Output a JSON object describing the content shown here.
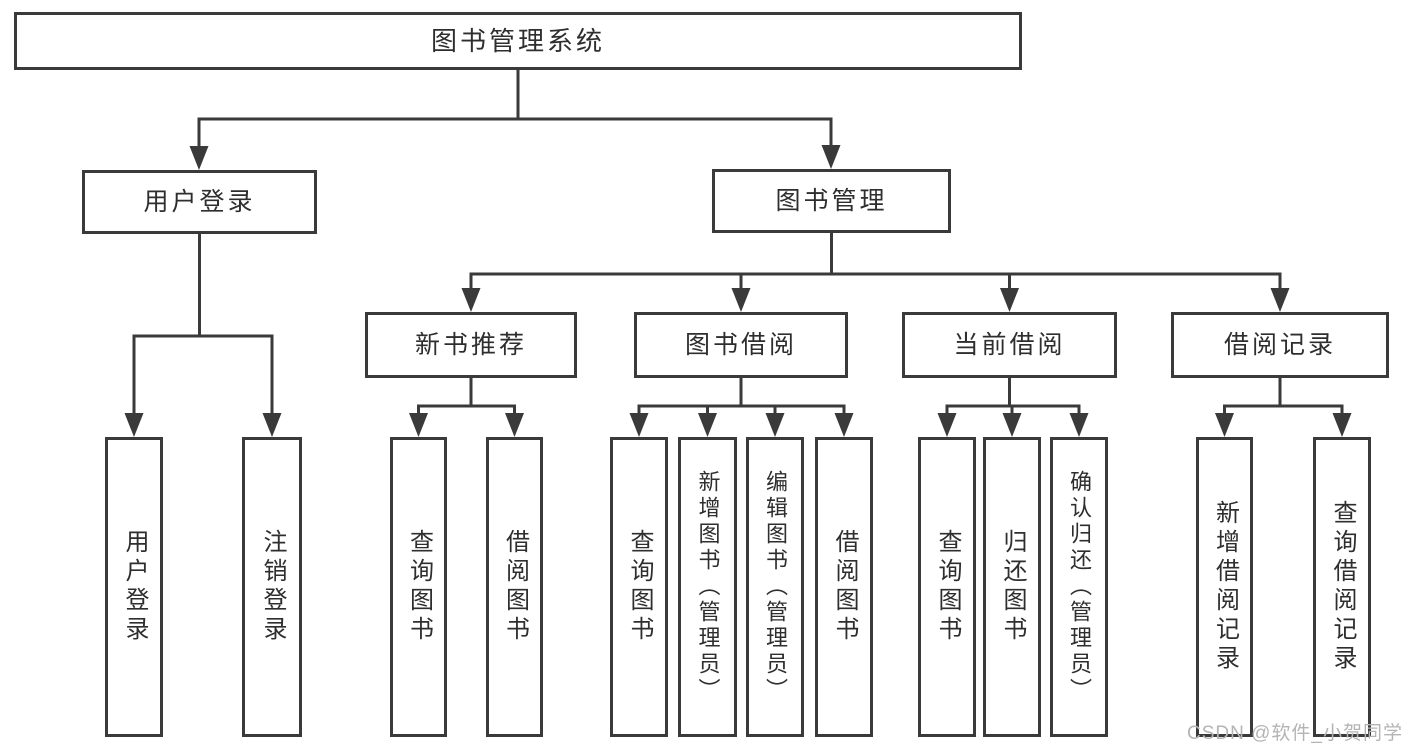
{
  "diagram": {
    "title": "图书管理系统",
    "tree": {
      "label": "图书管理系统",
      "children": [
        {
          "label": "用户登录",
          "children": [
            {
              "label": "用户登录"
            },
            {
              "label": "注销登录"
            }
          ]
        },
        {
          "label": "图书管理",
          "children": [
            {
              "label": "新书推荐",
              "children": [
                {
                  "label": "查询图书"
                },
                {
                  "label": "借阅图书"
                }
              ]
            },
            {
              "label": "图书借阅",
              "children": [
                {
                  "label": "查询图书"
                },
                {
                  "label": "新增图书（管理员）"
                },
                {
                  "label": "编辑图书（管理员）"
                },
                {
                  "label": "借阅图书"
                }
              ]
            },
            {
              "label": "当前借阅",
              "children": [
                {
                  "label": "查询图书"
                },
                {
                  "label": "归还图书"
                },
                {
                  "label": "确认归还（管理员）"
                }
              ]
            },
            {
              "label": "借阅记录",
              "children": [
                {
                  "label": "新增借阅记录"
                },
                {
                  "label": "查询借阅记录"
                }
              ]
            }
          ]
        }
      ]
    }
  },
  "watermark": {
    "text": "CSDN @软件_小贺同学"
  },
  "colors": {
    "line": "#3a3a3a",
    "border": "#3a3a3a",
    "text": "#2e2e2e",
    "box_bg": "#ffffff",
    "background": "#ffffff",
    "watermark_text": "#b4b4b4"
  }
}
